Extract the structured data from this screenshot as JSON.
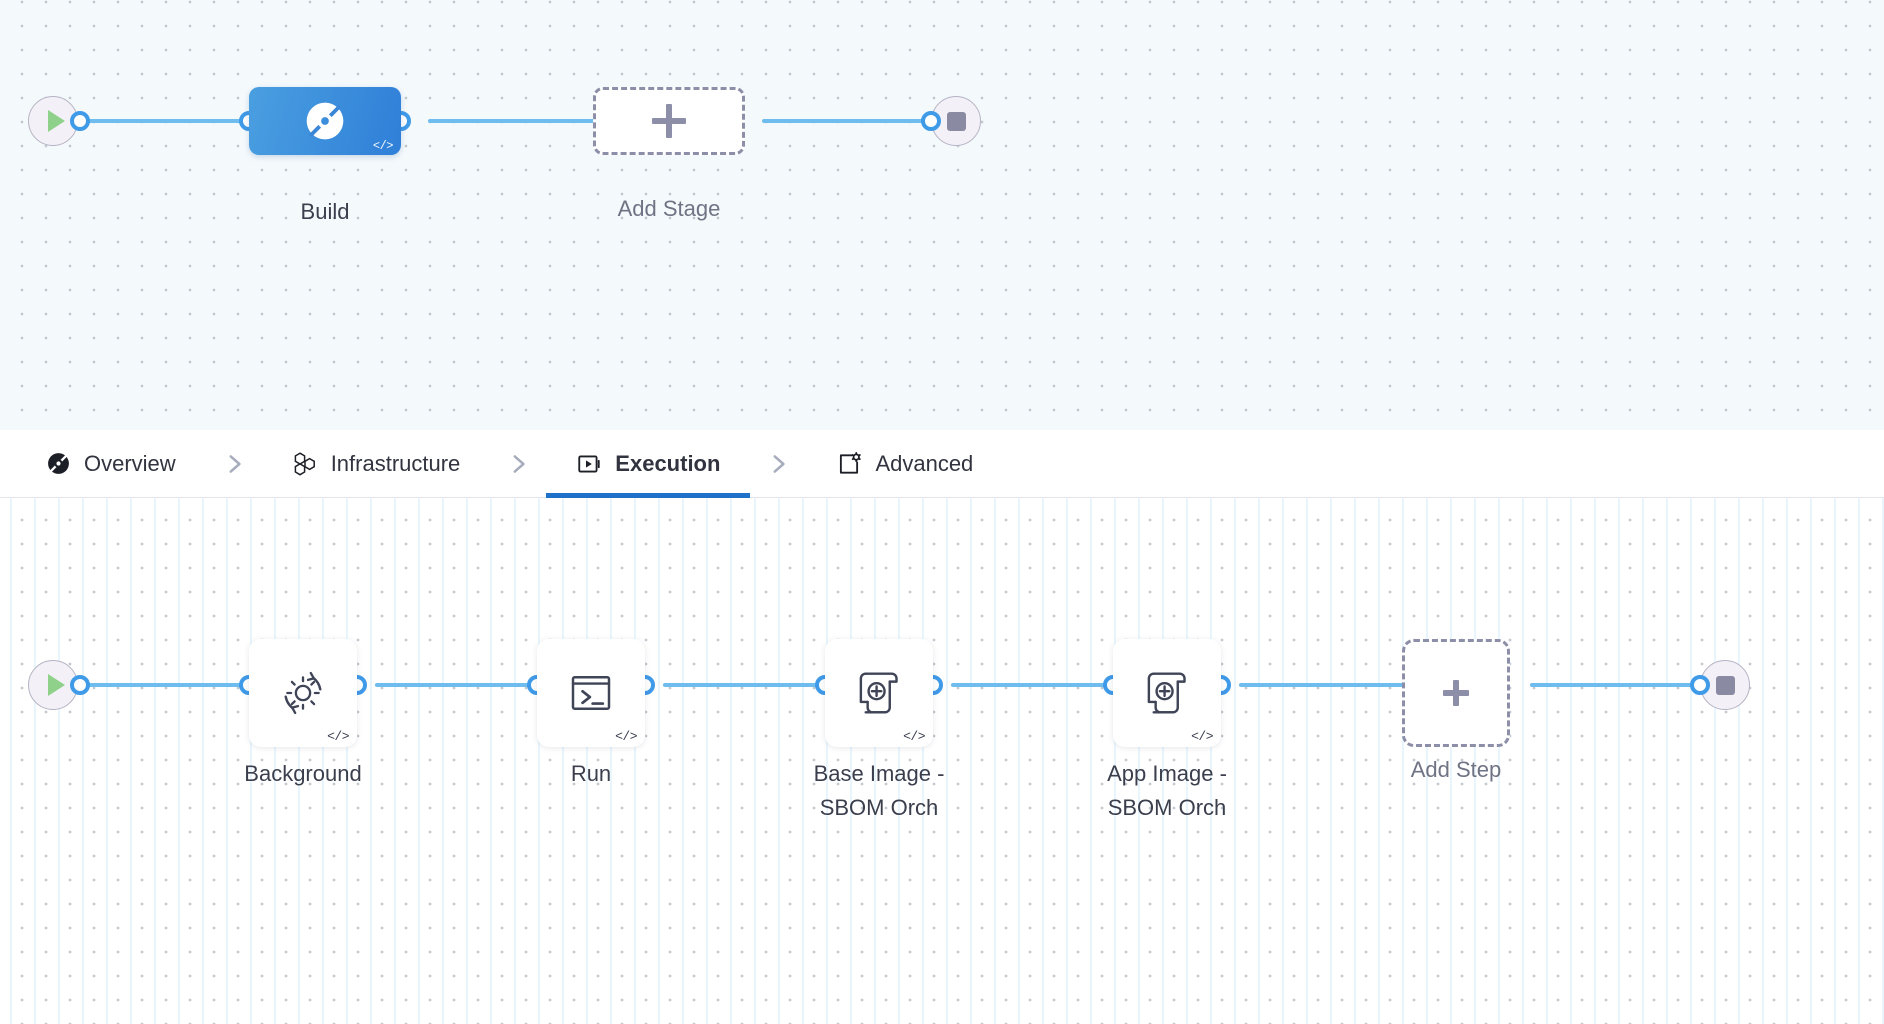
{
  "stage_canvas": {
    "name": "stage-pipeline-canvas",
    "background_color": "#f4f9fc",
    "start_node": {
      "icon": "play-icon",
      "label": ""
    },
    "end_node": {
      "icon": "stop-icon",
      "label": ""
    },
    "stages": [
      {
        "label": "Build",
        "icon": "ci-build-icon",
        "code_badge": "</>",
        "selected": true,
        "accent": "#2f7fd8"
      }
    ],
    "add_stage": {
      "label": "Add Stage",
      "icon": "plus-icon"
    }
  },
  "tabs": {
    "name": "stage-config-tabs",
    "active_index": 2,
    "separator_icon": "chevron-right-icon",
    "active_underline_color": "#1f70c8",
    "items": [
      {
        "label": "Overview",
        "icon": "overview-icon"
      },
      {
        "label": "Infrastructure",
        "icon": "infrastructure-hexagons-icon"
      },
      {
        "label": "Execution",
        "icon": "execution-play-box-icon"
      },
      {
        "label": "Advanced",
        "icon": "advanced-gear-box-icon"
      }
    ]
  },
  "step_canvas": {
    "name": "execution-steps-canvas",
    "background_color": "#ffffff",
    "start_node": {
      "icon": "play-icon"
    },
    "end_node": {
      "icon": "stop-icon"
    },
    "steps": [
      {
        "label": "Background",
        "icon": "gear-refresh-icon",
        "code_badge": "</>"
      },
      {
        "label": "Run",
        "icon": "terminal-icon",
        "code_badge": "</>"
      },
      {
        "label": "Base Image -\nSBOM Orch",
        "icon": "sbom-scroll-plus-icon",
        "code_badge": "</>"
      },
      {
        "label": "App Image -\nSBOM Orch",
        "icon": "sbom-scroll-plus-icon",
        "code_badge": "</>"
      }
    ],
    "add_step": {
      "label": "Add Step",
      "icon": "plus-icon"
    }
  },
  "colors": {
    "edge": "#6fbcee",
    "port_ring": "#3f9ae8",
    "dashed_border": "#8d8fa8",
    "start_play": "#8fd18a",
    "stop_square": "#8a8aa3"
  }
}
